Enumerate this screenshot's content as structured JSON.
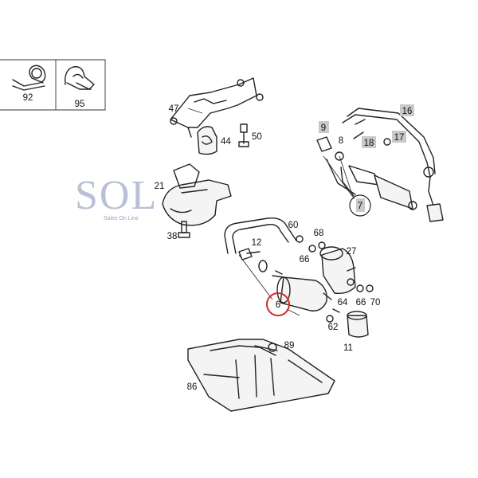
{
  "logo": {
    "text": "SOL",
    "tagline": "Sales On Line"
  },
  "labels": {
    "p92": "92",
    "p95": "95",
    "p47": "47",
    "p44": "44",
    "p50": "50",
    "p21": "21",
    "p38": "38",
    "p60": "60",
    "p12": "12",
    "p68": "68",
    "p66a": "66",
    "p27": "27",
    "p6": "6",
    "p64": "64",
    "p66b": "66",
    "p70": "70",
    "p62": "62",
    "p11": "11",
    "p89": "89",
    "p86": "86",
    "p9": "9",
    "p8": "8",
    "p16": "16",
    "p18": "18",
    "p17": "17",
    "p7": "7"
  },
  "colors": {
    "highlight_circle": "#d62828",
    "label_box": "#c9c9c9",
    "logo": "#b9bfd6"
  }
}
